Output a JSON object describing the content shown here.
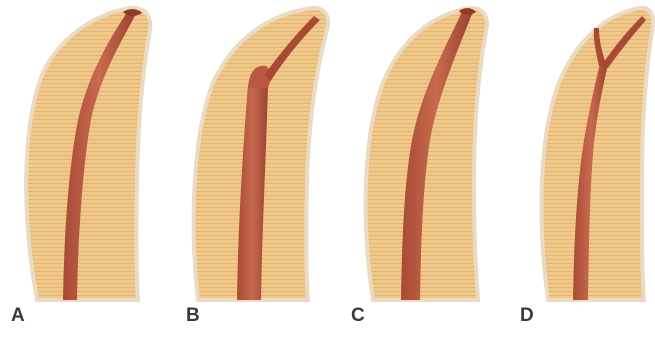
{
  "colors": {
    "dentin": "#f0c98a",
    "dentin_stripe": "#e3b675",
    "outline": "#e9dcc4",
    "canal": "#b9573f",
    "canal_dark": "#8f3b2a"
  },
  "panels": [
    {
      "label": "A",
      "variant": "single-canal"
    },
    {
      "label": "B",
      "variant": "canal-with-lateral-branch"
    },
    {
      "label": "C",
      "variant": "curved-canal"
    },
    {
      "label": "D",
      "variant": "bifurcated-apex"
    }
  ]
}
